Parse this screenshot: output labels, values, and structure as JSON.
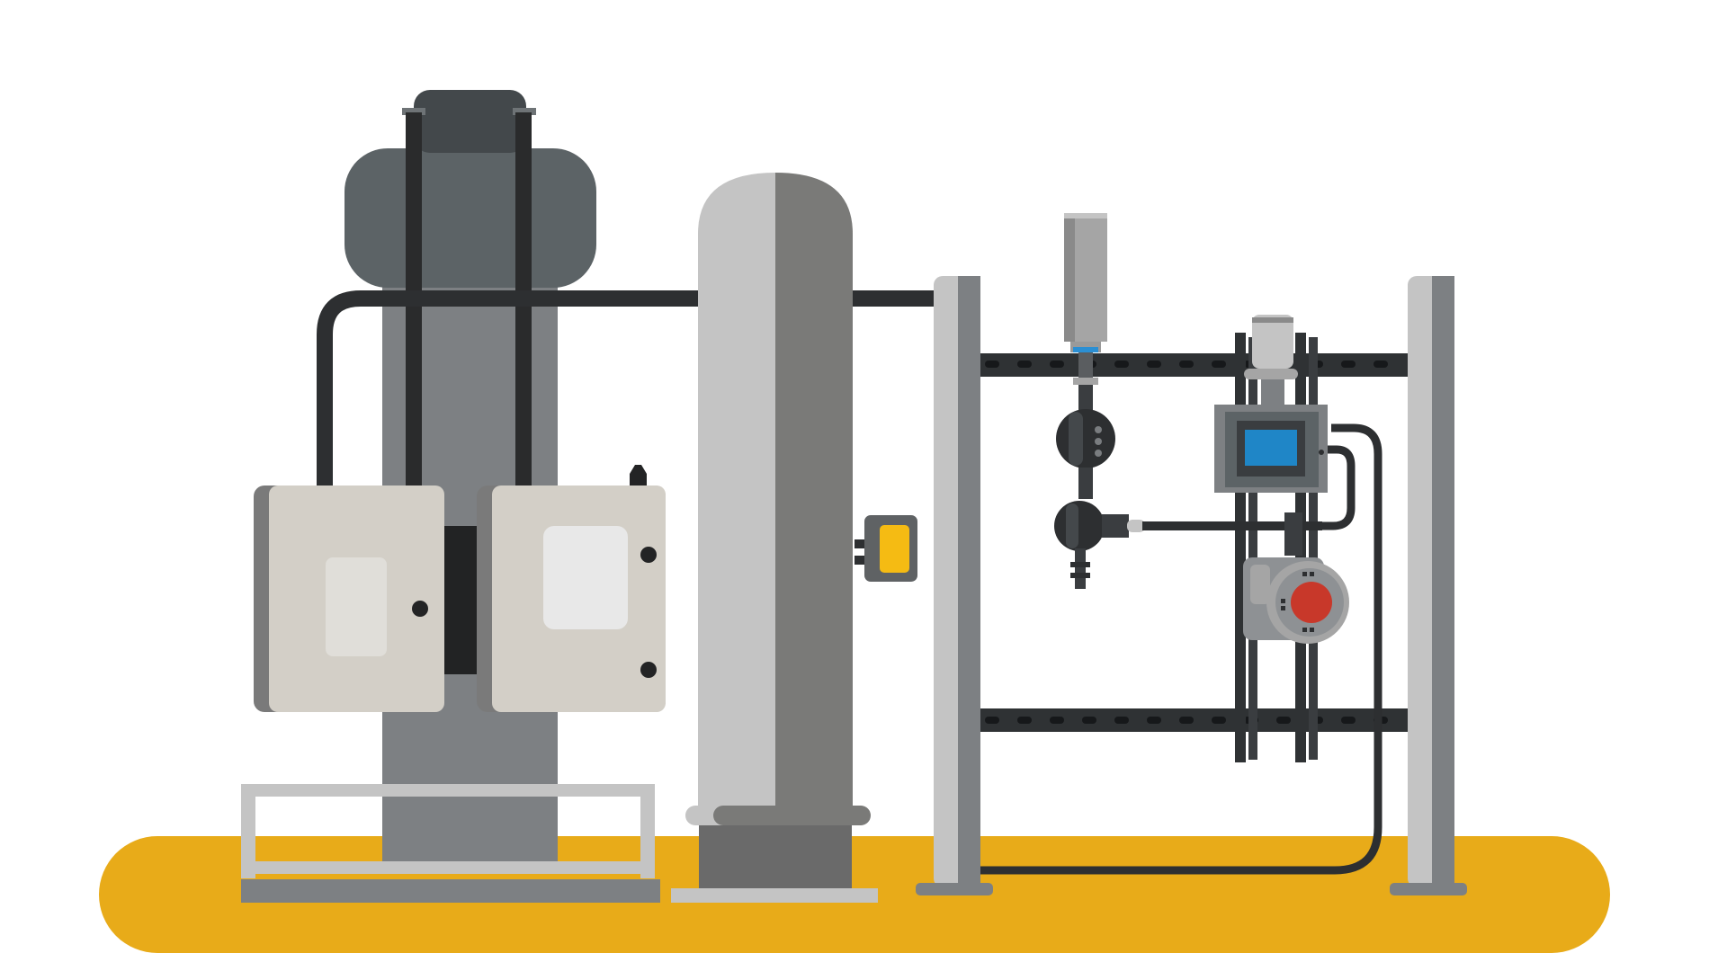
{
  "scene": {
    "description_visible_text": "",
    "colors": {
      "background": "#ffffff",
      "ground": "#e8ab19",
      "dark_pipe": "#2d2f31",
      "grey_light": "#c4c4c4",
      "grey_mid": "#7d8083",
      "grey_dark": "#5c6366",
      "cabinet": "#d3cfc7",
      "cabinet_shadow": "#7a7a7a",
      "screen": "#1f86c7",
      "indicator_yellow": "#f5bb13",
      "alarm_red": "#c8382a"
    },
    "icons": [
      "compressor-unit",
      "control-cabinet-left",
      "control-cabinet-right",
      "vertical-tank",
      "pipe-rack",
      "valve-assembly",
      "display-transmitter",
      "gauge-red",
      "yellow-indicator"
    ]
  }
}
